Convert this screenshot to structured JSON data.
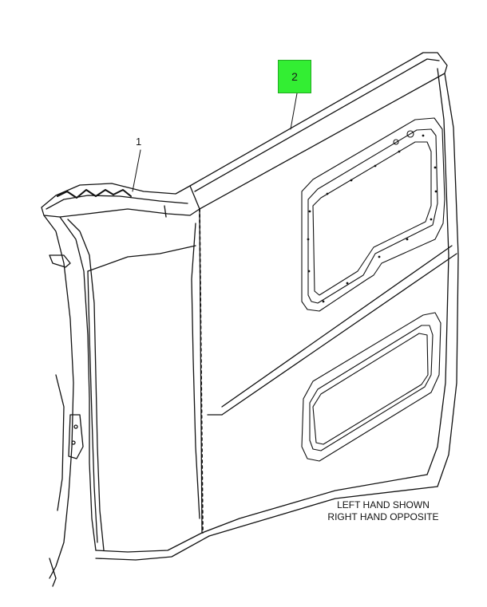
{
  "callouts": {
    "part_1": "1",
    "part_2": "2"
  },
  "note": {
    "line1": "LEFT HAND SHOWN",
    "line2": "RIGHT HAND OPPOSITE"
  },
  "colors": {
    "highlight": "#33ee33",
    "line": "#111111",
    "background": "#ffffff"
  }
}
